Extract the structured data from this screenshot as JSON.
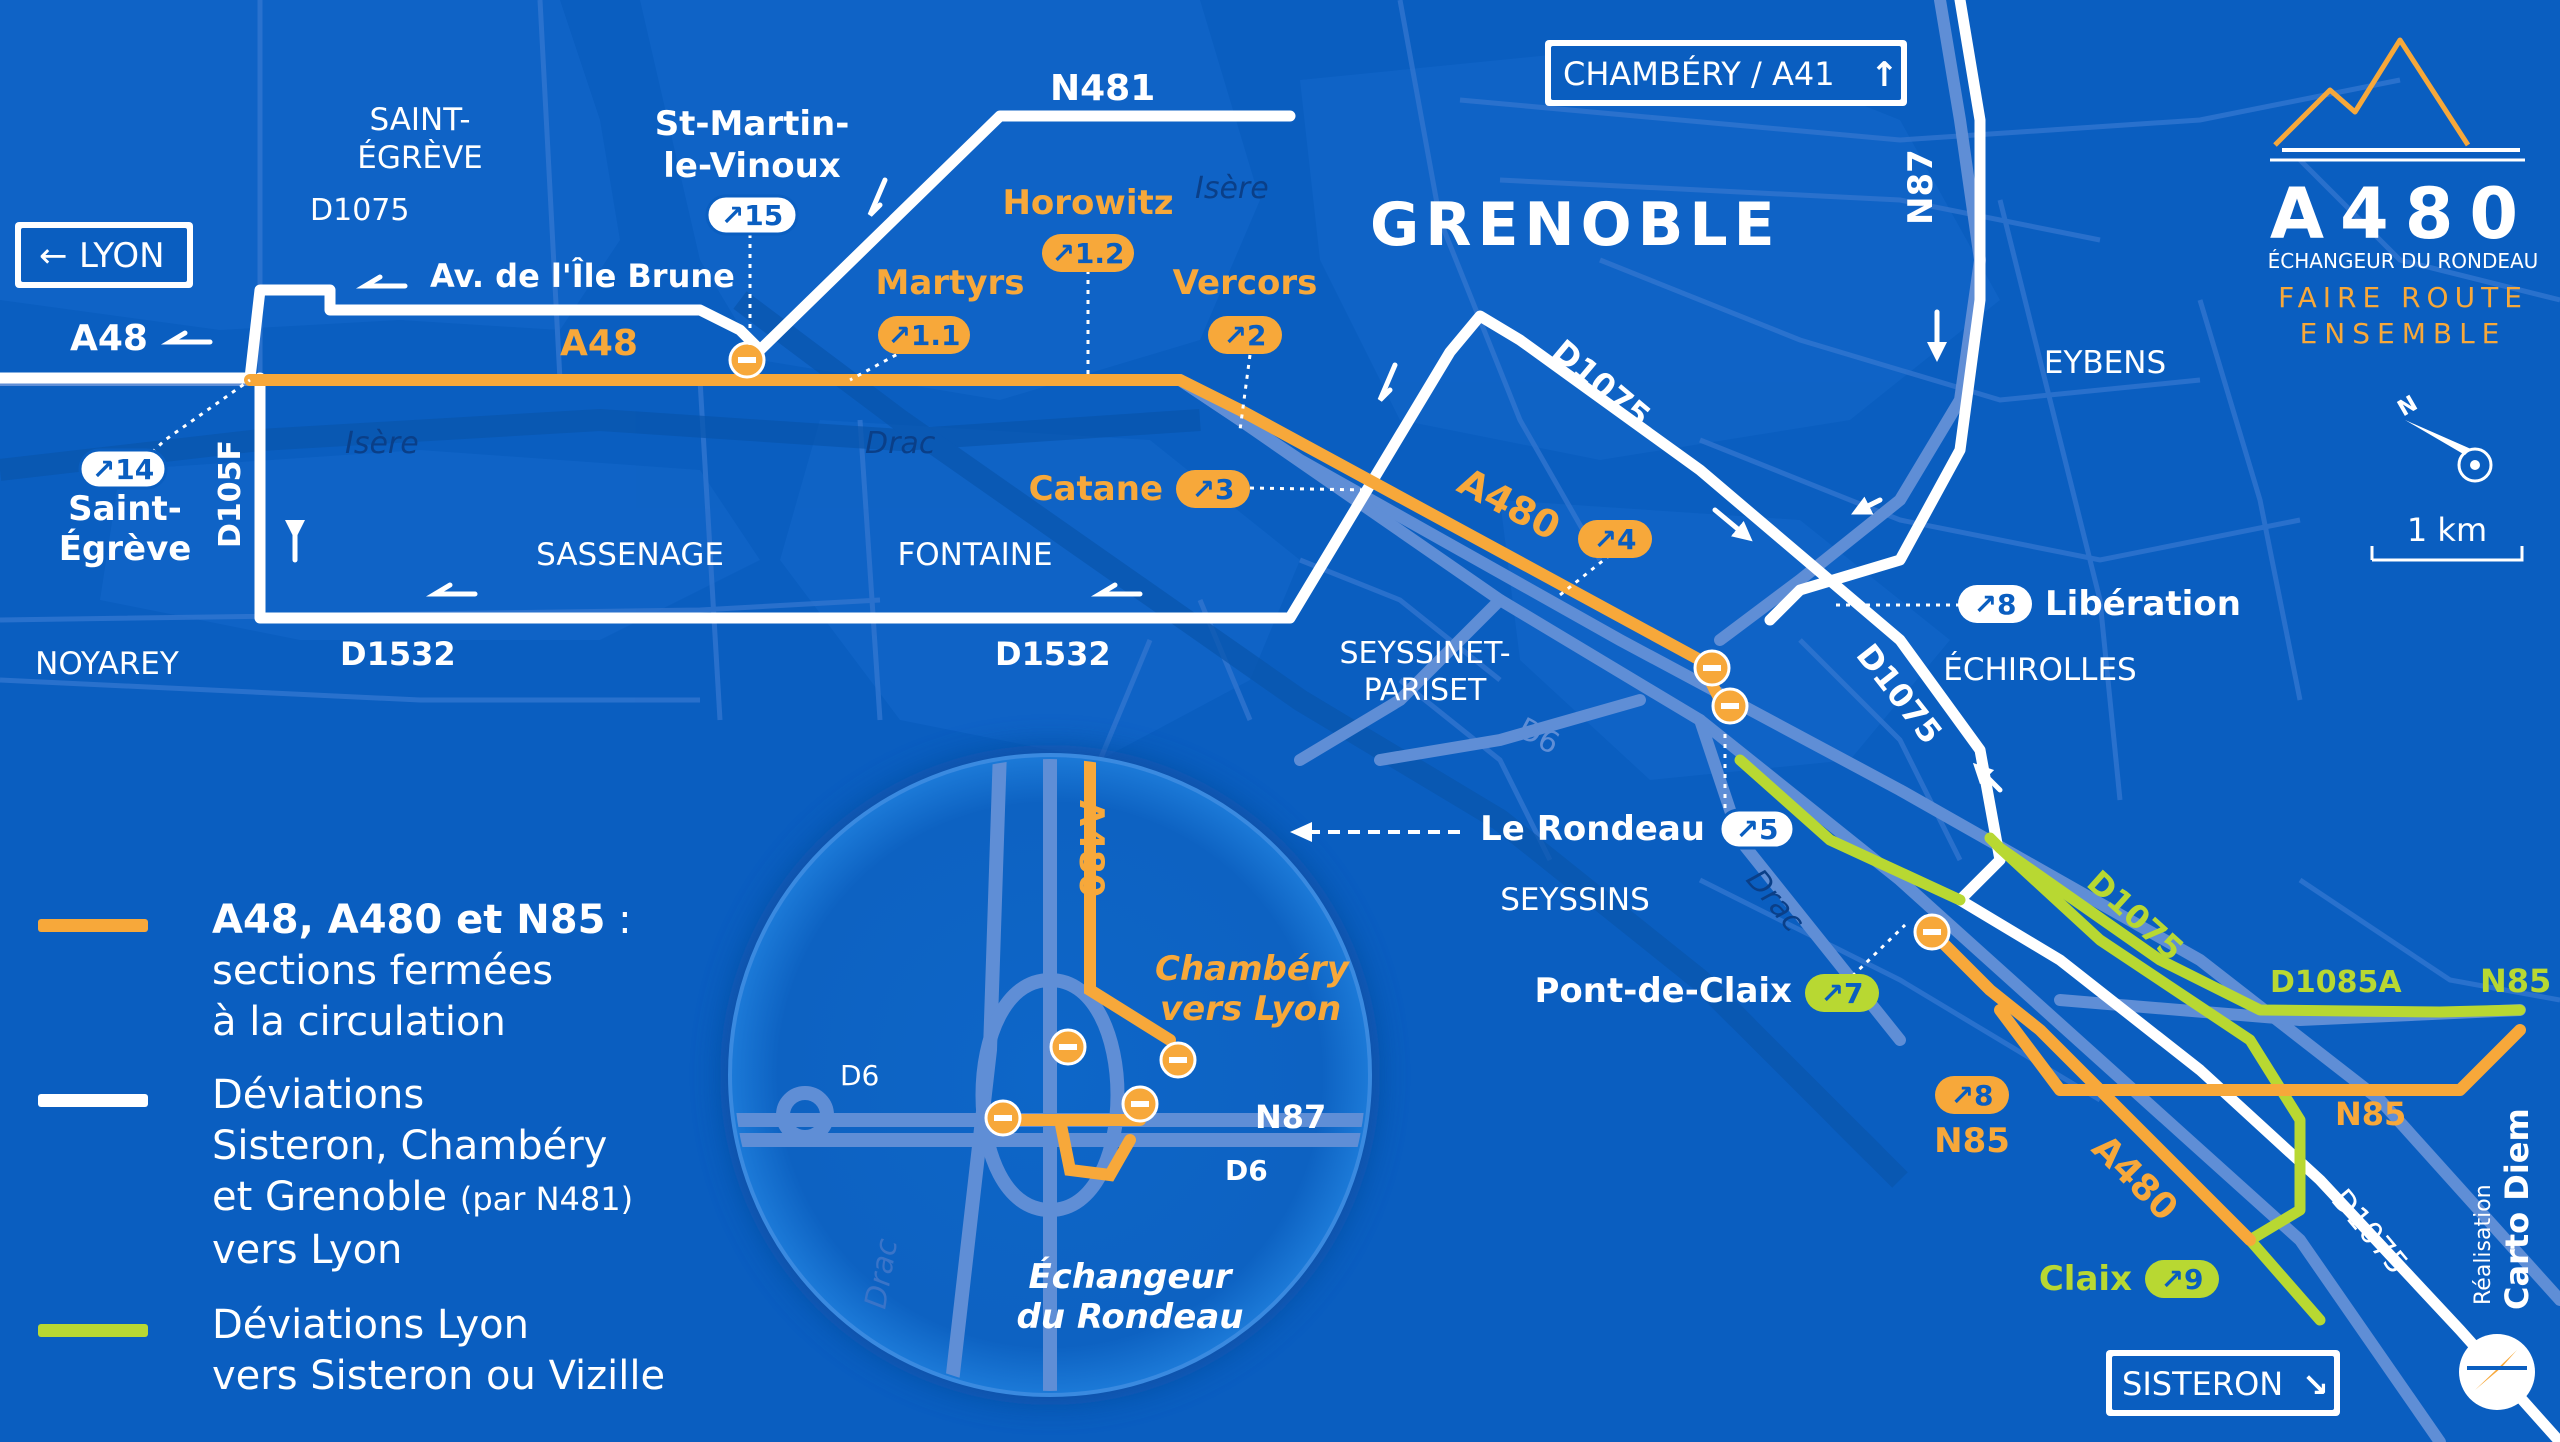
{
  "brand": {
    "title": "A480",
    "subtitle": "ÉCHANGEUR DU RONDEAU",
    "slogan_1": "FAIRE ROUTE",
    "slogan_2": "ENSEMBLE",
    "credit_1": "Réalisation",
    "credit_2": "Carto Diem"
  },
  "colors": {
    "background": "#0a5ec0",
    "closed": "#f7a83a",
    "detour_white": "#ffffff",
    "detour_green": "#b8d832",
    "road_blue": "#5f8ed6"
  },
  "signs": {
    "lyon": "LYON",
    "chambery": "CHAMBÉRY / A41",
    "sisteron": "SISTERON"
  },
  "cities": {
    "grenoble": "GRENOBLE",
    "saint_egreve_1": "SAINT-",
    "saint_egreve_2": "ÉGRÈVE",
    "sassenage": "SASSENAGE",
    "fontaine": "FONTAINE",
    "noyarey": "NOYAREY",
    "seyssinet_1": "SEYSSINET-",
    "seyssinet_2": "PARISET",
    "seyssins": "SEYSSINS",
    "eybens": "EYBENS",
    "echirolles": "ÉCHIROLLES"
  },
  "rivers": {
    "isere_1": "Isère",
    "isere_2": "Isère",
    "drac_1": "Drac",
    "drac_2": "Drac",
    "drac_inset": "Drac"
  },
  "roads": {
    "a48_left": "A48",
    "a48_main": "A48",
    "a480_main": "A480",
    "a480_south": "A480",
    "a480_inset": "A480",
    "n481": "N481",
    "n87": "N87",
    "n87_inset": "N87",
    "d6": "D6",
    "d6_inset_left": "D6",
    "d6_inset_right": "D6",
    "d1075_top": "D1075",
    "d1075_nw": "D1075",
    "d1075_center": "D1075",
    "d1075_se": "D1075",
    "d1075_green": "D1075",
    "d1532_left": "D1532",
    "d1532_right": "D1532",
    "d105f": "D105F",
    "d1085a": "D1085A",
    "n85_right": "N85",
    "n85_mid": "N85",
    "n85_exit": "N85",
    "av_ile_brune": "Av. de l'Île Brune"
  },
  "exits": [
    {
      "num": "14",
      "name": "Saint-\nÉgrève"
    },
    {
      "num": "15",
      "name": "St-Martin-\nle-Vinoux"
    },
    {
      "num": "1.1",
      "name": "Martyrs"
    },
    {
      "num": "1.2",
      "name": "Horowitz"
    },
    {
      "num": "2",
      "name": "Vercors"
    },
    {
      "num": "3",
      "name": "Catane"
    },
    {
      "num": "4",
      "name": ""
    },
    {
      "num": "5",
      "name": "Le Rondeau"
    },
    {
      "num": "7",
      "name": "Pont-de-Claix"
    },
    {
      "num": "8",
      "name": "Libération"
    },
    {
      "num": "8",
      "name": "N85"
    },
    {
      "num": "9",
      "name": "Claix"
    }
  ],
  "inset": {
    "title_1": "Échangeur",
    "title_2": "du Rondeau",
    "dir_1": "Chambéry",
    "dir_2": "vers Lyon"
  },
  "scale": {
    "label": "1 km",
    "value_km": 1
  },
  "compass": {
    "north_label": "N"
  },
  "legend": [
    {
      "color": "#f7a83a",
      "bold": "A48, A480 et N85",
      "rest": " :",
      "lines": [
        "sections fermées",
        "à la circulation"
      ]
    },
    {
      "color": "#ffffff",
      "bold": "",
      "rest": "",
      "lines": [
        "Déviations",
        "Sisteron, Chambéry",
        "et Grenoble",
        "vers Lyon"
      ],
      "small": "(par N481)"
    },
    {
      "color": "#b8d832",
      "bold": "",
      "rest": "",
      "lines": [
        "Déviations Lyon",
        "vers Sisteron ou Vizille"
      ]
    }
  ]
}
